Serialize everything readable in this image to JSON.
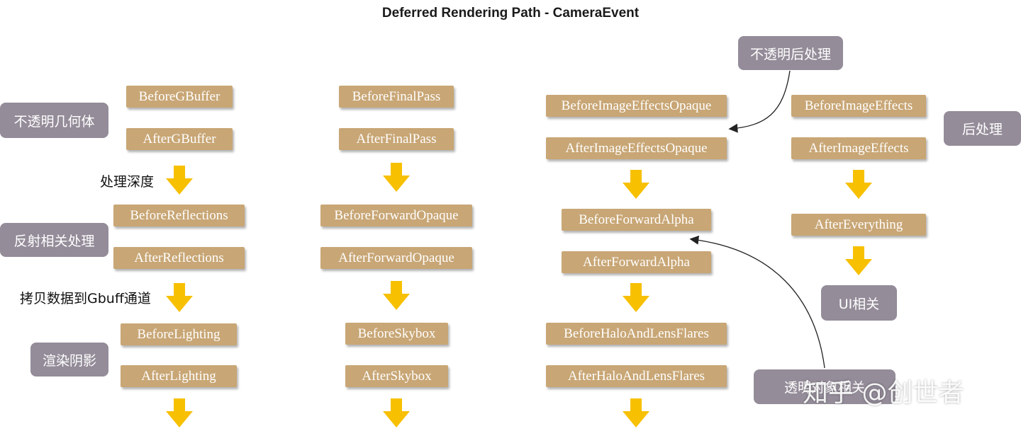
{
  "title": "Deferred Rendering Path - CameraEvent",
  "events": {
    "before_gbuffer": "BeforeGBuffer",
    "after_gbuffer": "AfterGBuffer",
    "before_reflections": "BeforeReflections",
    "after_reflections": "AfterReflections",
    "before_lighting": "BeforeLighting",
    "after_lighting": "AfterLighting",
    "before_final_pass": "BeforeFinalPass",
    "after_final_pass": "AfterFinalPass",
    "before_forward_opaque": "BeforeForwardOpaque",
    "after_forward_opaque": "AfterForwardOpaque",
    "before_skybox": "BeforeSkybox",
    "after_skybox": "AfterSkybox",
    "before_image_effects_opaque": "BeforeImageEffectsOpaque",
    "after_image_effects_opaque": "AfterImageEffectsOpaque",
    "before_forward_alpha": "BeforeForwardAlpha",
    "after_forward_alpha": "AfterForwardAlpha",
    "before_halo_and_lens_flares": "BeforeHaloAndLensFlares",
    "after_halo_and_lens_flares": "AfterHaloAndLensFlares",
    "before_image_effects": "BeforeImageEffects",
    "after_image_effects": "AfterImageEffects",
    "after_everything": "AfterEverything"
  },
  "groups": {
    "opaque_geometry": "不透明几何体",
    "reflections": "反射相关处理",
    "shadows": "渲染阴影",
    "opaque_post": "不透明后处理",
    "post_processing": "后处理",
    "ui": "UI相关",
    "transparent": "透明对象相关"
  },
  "notes": {
    "depth": "处理深度",
    "copy_gbuffer": "拷贝数据到Gbuff通道"
  },
  "watermark": "知乎 @创世者",
  "colors": {
    "event_fill": "#c8a675",
    "group_fill": "#948c99",
    "arrow_fill": "#f7c000"
  }
}
